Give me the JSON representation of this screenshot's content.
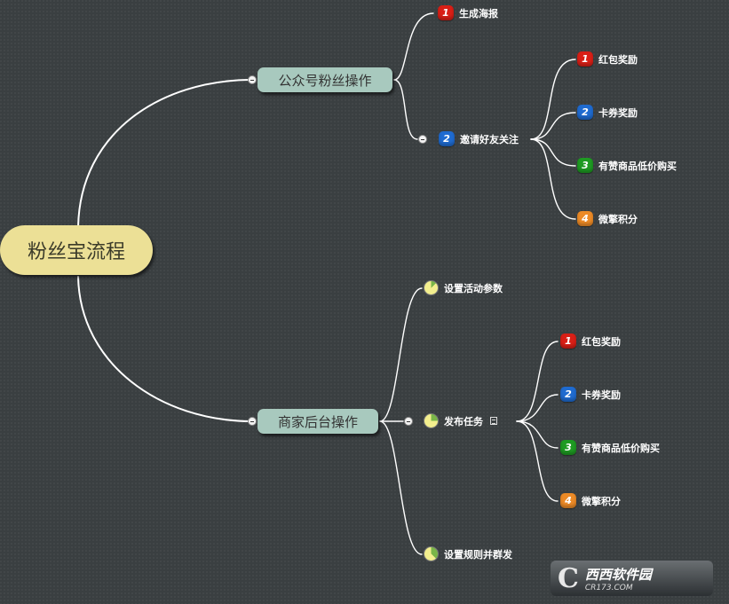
{
  "root": {
    "label": "粉丝宝流程"
  },
  "branches": [
    {
      "label": "公众号粉丝操作",
      "children": [
        {
          "label": "生成海报",
          "badge": "1",
          "badge_color": "red"
        },
        {
          "label": "邀请好友关注",
          "badge": "2",
          "badge_color": "blue",
          "children": [
            {
              "label": "红包奖励",
              "badge": "1",
              "badge_color": "red"
            },
            {
              "label": "卡券奖励",
              "badge": "2",
              "badge_color": "blue"
            },
            {
              "label": "有赞商品低价购买",
              "badge": "3",
              "badge_color": "green"
            },
            {
              "label": "微擎积分",
              "badge": "4",
              "badge_color": "orange"
            }
          ]
        }
      ]
    },
    {
      "label": "商家后台操作",
      "children": [
        {
          "label": "设置活动参数",
          "progress": 0.125
        },
        {
          "label": "发布任务",
          "progress": 0.25,
          "has_note": true,
          "children": [
            {
              "label": "红包奖励",
              "badge": "1",
              "badge_color": "red"
            },
            {
              "label": "卡券奖励",
              "badge": "2",
              "badge_color": "blue"
            },
            {
              "label": "有赞商品低价购买",
              "badge": "3",
              "badge_color": "green"
            },
            {
              "label": "微擎积分",
              "badge": "4",
              "badge_color": "orange"
            }
          ]
        },
        {
          "label": "设置规则并群发",
          "progress": 0.375
        }
      ]
    }
  ],
  "colors": {
    "background": "#3a3f41",
    "root": "#ece096",
    "branch": "#a8c9be",
    "badge_red": "#d91f16",
    "badge_blue": "#1f6bd0",
    "badge_green": "#1e9a22",
    "badge_orange": "#ec8a26",
    "progress_fill": "#7ab648",
    "progress_bg": "#f3ef8e"
  },
  "watermark": {
    "mark": "C",
    "brand_cn": "西西软件园",
    "url": "CR173.COM"
  }
}
